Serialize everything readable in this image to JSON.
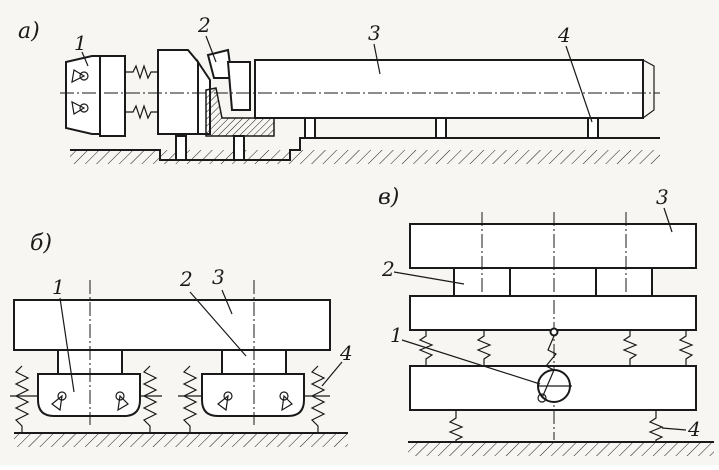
{
  "panels": {
    "a": {
      "label": "а)",
      "callouts": [
        "1",
        "2",
        "3",
        "4"
      ]
    },
    "b": {
      "label": "б)",
      "callouts": [
        "1",
        "2",
        "3",
        "4"
      ]
    },
    "c": {
      "label": "в)",
      "callouts": [
        "1",
        "2",
        "3",
        "4"
      ]
    }
  },
  "colors": {
    "ink": "#1a1a1a",
    "paper": "#f7f6f2",
    "part_fill": "#ffffff"
  }
}
